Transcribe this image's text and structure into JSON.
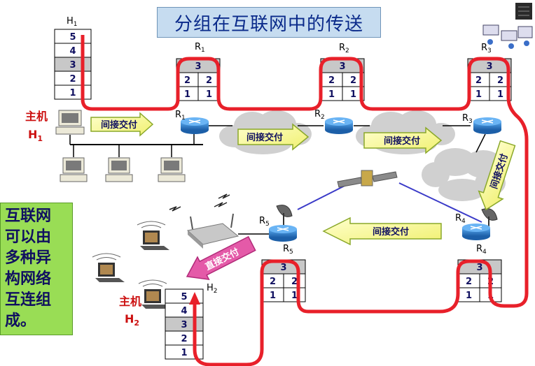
{
  "title": "分组在互联网中的传送",
  "note_lines": [
    "互联网",
    "可以由",
    "多种异",
    "构网络",
    "互连组",
    "成。"
  ],
  "host1": {
    "label": "主机",
    "name": "H",
    "sub": "1"
  },
  "host2": {
    "label": "主机",
    "name": "H",
    "sub": "2"
  },
  "routers": {
    "r1": {
      "name": "R",
      "sub": "1"
    },
    "r2": {
      "name": "R",
      "sub": "2"
    },
    "r3": {
      "name": "R",
      "sub": "3"
    },
    "r4": {
      "name": "R",
      "sub": "4"
    },
    "r5": {
      "name": "R",
      "sub": "5"
    }
  },
  "stack_layers": [
    "5",
    "4",
    "3",
    "2",
    "1"
  ],
  "router_stack": {
    "top": "3",
    "mid": [
      "2",
      "2"
    ],
    "bot": [
      "1",
      "1"
    ]
  },
  "arrows": {
    "a1": "间接交付",
    "a2": "间接交付",
    "a3": "间接交付",
    "a4": "间接交付",
    "a5": "间接交付",
    "a6": "直接交付"
  },
  "colors": {
    "path": "#e8202a",
    "arrow_fill": "#ffff99",
    "arrow_shade": "#9fbf2a",
    "router": "#2e80d0",
    "cloud": "#c8c8c8",
    "shaded_row": "#c8c8c8"
  }
}
